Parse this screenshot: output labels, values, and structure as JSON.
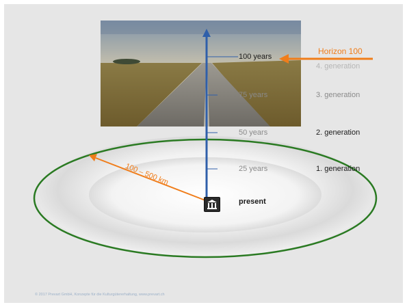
{
  "timeline": {
    "y100": "100 years",
    "y75": "75 years",
    "y50": "50 years",
    "y25": "25 years",
    "present": "present"
  },
  "generations": {
    "g4": "4. generation",
    "g3": "3. generation",
    "g2": "2. generation",
    "g1": "1. generation"
  },
  "horizon_label": "Horizon 100",
  "distance_label": "100 – 500 km",
  "footer": "© 2017 Prevart GmbH, Konzepte für die Kulturgütererhaltung, www.prevart.ch",
  "colors": {
    "axis": "#2f5faa",
    "horizon": "#f07d1a",
    "ellipse": "#2a7a22",
    "slide": "#e6e6e6"
  },
  "icons": {
    "institution": "museum-icon"
  }
}
